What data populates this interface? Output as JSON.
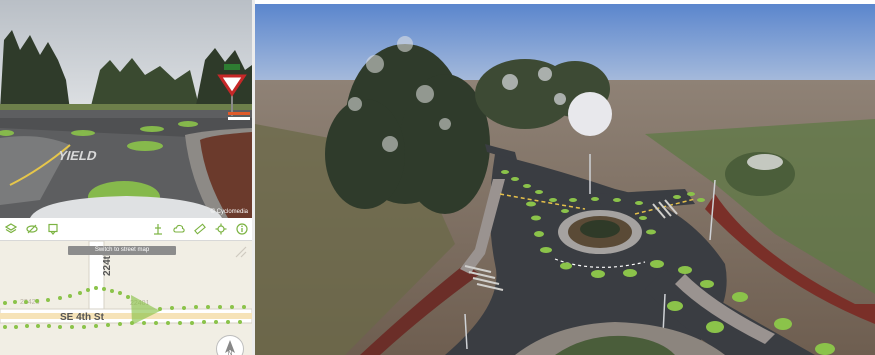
{
  "streetview": {
    "road_text": "YIELD",
    "credit": "© Cyclomedia"
  },
  "toolbar": {
    "buttons": [
      {
        "name": "layers-icon"
      },
      {
        "name": "visibility-off-icon"
      },
      {
        "name": "marker-icon"
      },
      {
        "name": "measure-height-icon"
      },
      {
        "name": "cloud-icon"
      },
      {
        "name": "ruler-icon"
      },
      {
        "name": "crosshair-icon"
      },
      {
        "name": "info-icon"
      }
    ]
  },
  "map": {
    "tooltip": "Switch to street map",
    "street_vertical": "224th",
    "street_horizontal": "SE 4th St",
    "address_left": "22420",
    "address_right": "22401",
    "compass": "N"
  },
  "colors": {
    "accent_green": "#8bc34a",
    "toolbar_icon": "#7cb342",
    "sky": "#5d86cc",
    "ground": "#8a7b6c"
  }
}
